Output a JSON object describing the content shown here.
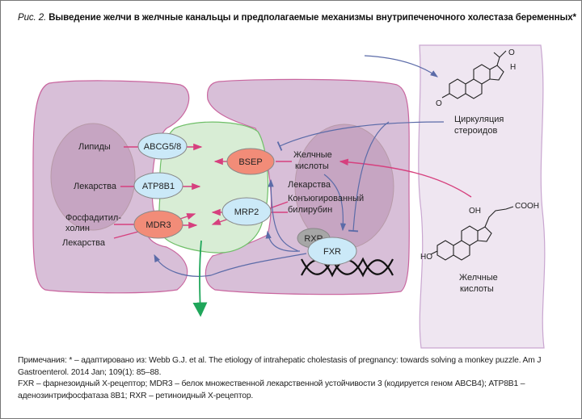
{
  "title": {
    "prefix": "Рис. 2.",
    "text": "Выведение желчи в желчные канальцы и предполагаемые механизмы внутрипеченочного холестаза беременных*"
  },
  "diagram": {
    "proteins": {
      "abcg": "ABCG5/8",
      "atp8b1": "ATP8B1",
      "mdr3": "MDR3",
      "bsep": "BSEP",
      "mrp2": "MRP2",
      "rxr": "RXR",
      "fxr": "FXR"
    },
    "labels": {
      "lipids": "Липиды",
      "drugs_left": "Лекарства",
      "phosphatidyl_1": "Фосфадитил-",
      "phosphatidyl_2": "холин",
      "drugs_left2": "Лекарства",
      "bile_acids_1": "Желчные",
      "bile_acids_2": "кислоты",
      "drugs_right": "Лекарства",
      "conj_1": "Конъюгированный",
      "conj_2": "билирубин",
      "steroids_1": "Циркуляция",
      "steroids_2": "стероидов",
      "bile_acids_b1": "Желчные",
      "bile_acids_b2": "кислоты",
      "oh": "OH",
      "ho": "HO",
      "cooh": "COOH",
      "o": "O",
      "h": "H"
    },
    "colors": {
      "cell": "#d8bfd8",
      "cell_stroke": "#c9669f",
      "lumen": "#d8edd5",
      "lumen_stroke": "#6fbf68",
      "blue_protein": "#cbe9f8",
      "red_protein": "#f28c78",
      "arrow_pink": "#d6407e",
      "arrow_blue": "#5b6ba8",
      "arrow_green": "#1fa65a"
    }
  },
  "notes": {
    "line1": "Примечания: * – адаптировано из: Webb G.J. et al. The etiology of intrahepatic cholestasis of pregnancy: towards solving a monkey puzzle. Am J Gastroenterol. 2014 Jan; 109(1): 85–88.",
    "line2": "FXR – фарнезоидный Х-рецептор; MDR3 – белок множественной лекарственной устойчивости 3 (кодируется геном ABCB4); ATP8B1 – аденозинтрифосфатаза 8B1; RXR – ретиноидный Х-рецептор."
  }
}
